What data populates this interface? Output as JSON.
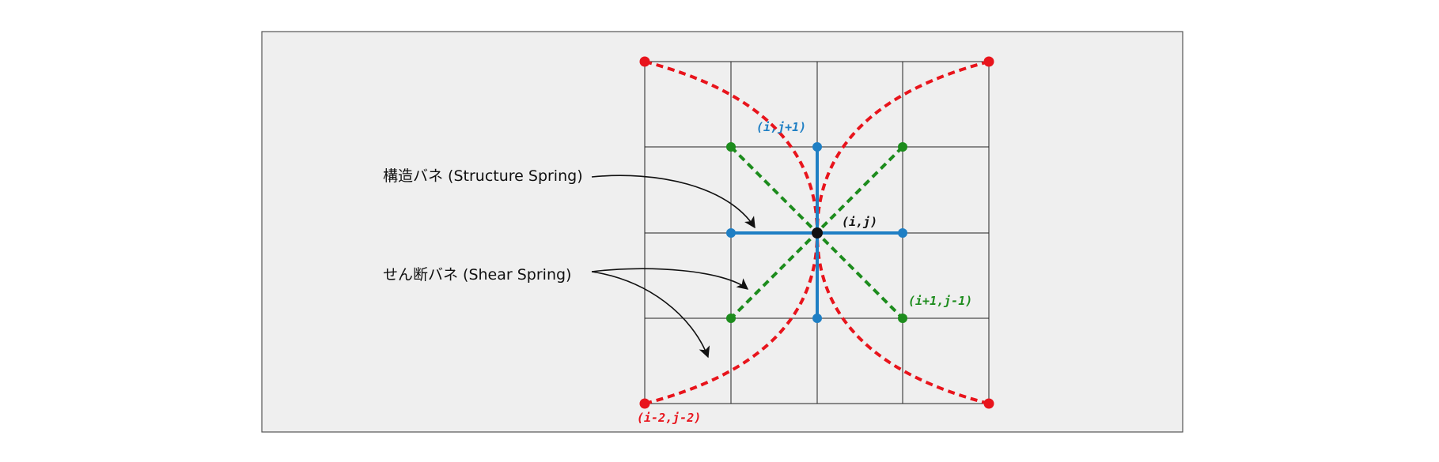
{
  "labels": {
    "structure": "構造バネ (Structure Spring)",
    "shear": "せん断バネ (Shear Spring)"
  },
  "coords": {
    "center": "(i,j)",
    "top": "(i,j+1)",
    "green": "(i+1,j-1)",
    "red": "(i-2,j-2)"
  },
  "colors": {
    "panel_bg": "#efefef",
    "grid": "#222222",
    "structure": "#1f7fc4",
    "shear": "#1d8c1d",
    "bend": "#e8141c",
    "center": "#111111"
  }
}
